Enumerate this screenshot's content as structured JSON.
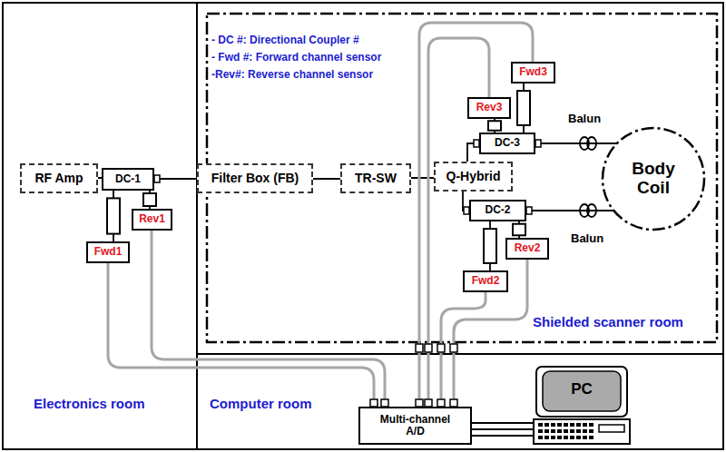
{
  "diagram": {
    "nodes": [
      {
        "text": [
          "RF Amp"
        ]
      },
      {
        "text": [
          "DC-1"
        ]
      },
      {
        "text": [
          "Fwd1"
        ]
      },
      {
        "text": [
          "Rev1"
        ]
      },
      {
        "text": [
          "Filter Box (FB)"
        ]
      },
      {
        "text": [
          "TR-SW"
        ]
      },
      {
        "text": [
          "Q-Hybrid"
        ]
      },
      {
        "text": [
          "Rev3"
        ]
      },
      {
        "text": [
          "Fwd3"
        ]
      },
      {
        "text": [
          "DC-3"
        ]
      },
      {
        "text": [
          "DC-2"
        ]
      },
      {
        "text": [
          "Fwd2"
        ]
      },
      {
        "text": [
          "Rev2"
        ]
      },
      {
        "text": [
          "Body Coil"
        ]
      },
      {
        "text": [
          "Multi-channel A/D"
        ]
      },
      {
        "text": [
          "PC"
        ]
      }
    ],
    "edges": [
      {
        "from": 0,
        "to": 1,
        "arrow": "none"
      },
      {
        "from": 1,
        "to": 4,
        "arrow": "none"
      },
      {
        "from": 4,
        "to": 5,
        "arrow": "none"
      },
      {
        "from": 5,
        "to": 6,
        "arrow": "none"
      },
      {
        "from": 6,
        "to": 9,
        "arrow": "none"
      },
      {
        "from": 6,
        "to": 10,
        "arrow": "none"
      },
      {
        "from": 9,
        "to": 13,
        "arrow": "none"
      },
      {
        "from": 10,
        "to": 13,
        "arrow": "none"
      },
      {
        "from": 1,
        "to": 2,
        "arrow": "none"
      },
      {
        "from": 1,
        "to": 3,
        "arrow": "none"
      },
      {
        "from": 9,
        "to": 7,
        "arrow": "none"
      },
      {
        "from": 9,
        "to": 8,
        "arrow": "none"
      },
      {
        "from": 10,
        "to": 11,
        "arrow": "none"
      },
      {
        "from": 10,
        "to": 12,
        "arrow": "none"
      },
      {
        "from": 2,
        "to": 14,
        "arrow": "none"
      },
      {
        "from": 3,
        "to": 14,
        "arrow": "none"
      },
      {
        "from": 8,
        "to": 14,
        "arrow": "none"
      },
      {
        "from": 7,
        "to": 14,
        "arrow": "none"
      },
      {
        "from": 11,
        "to": 14,
        "arrow": "none"
      },
      {
        "from": 12,
        "to": 14,
        "arrow": "none"
      },
      {
        "from": 14,
        "to": 15,
        "arrow": "none"
      }
    ],
    "labels": [
      "- DC #: Directional Coupler #",
      "- Fwd #: Forward channel sensor",
      "-Rev#: Reverse channel sensor",
      "Balun",
      "Balun",
      "Electronics room",
      "Computer room",
      "Shielded scanner room"
    ]
  }
}
